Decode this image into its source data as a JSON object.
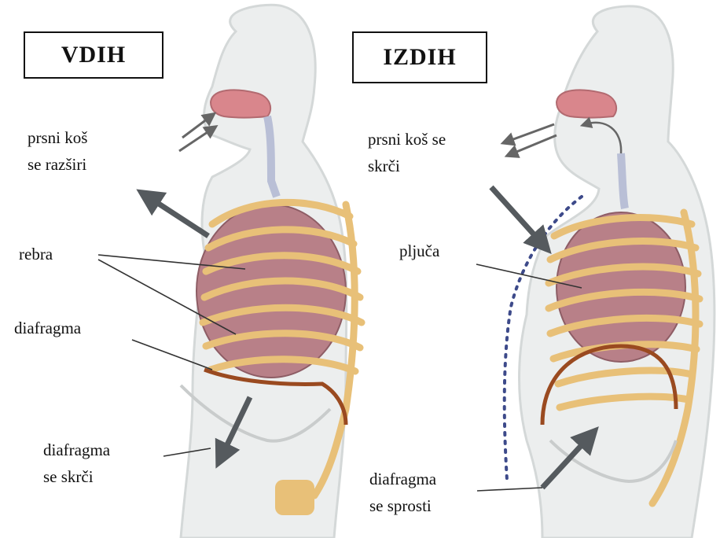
{
  "left_panel": {
    "title": "VDIH",
    "labels": {
      "chest_line1": "prsni koš",
      "chest_line2": "se razširi",
      "ribs": "rebra",
      "diaphragm": "diafragma",
      "diaphragm_state_line1": "diafragma",
      "diaphragm_state_line2": "se skrči"
    }
  },
  "right_panel": {
    "title": "IZDIH",
    "labels": {
      "chest_line1": "prsni koš se",
      "chest_line2": "skrči",
      "lungs": "pljuča",
      "diaphragm_state_line1": "diafragma",
      "diaphragm_state_line2": "se sprosti"
    }
  },
  "colors": {
    "body_fill": "#eceeee",
    "body_outline": "#d4d8d8",
    "lung": "#b88088",
    "rib": "#e8c078",
    "diaphragm": "#9a4a20",
    "arrow": "#555a5e",
    "leader_line": "#333333",
    "dotted_line": "#3d4a8a"
  }
}
